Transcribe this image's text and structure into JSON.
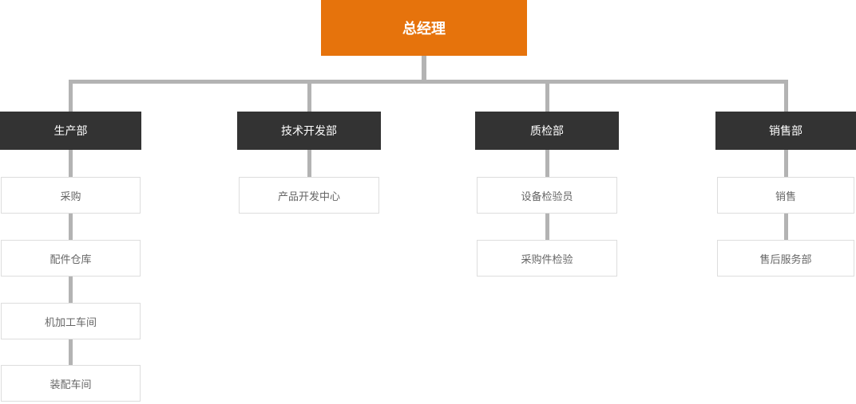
{
  "chart": {
    "type": "org-chart",
    "root": {
      "label": "总经理"
    },
    "departments": [
      {
        "label": "生产部",
        "children": [
          "采购",
          "配件仓库",
          "机加工车间",
          "装配车间"
        ]
      },
      {
        "label": "技术开发部",
        "children": [
          "产品开发中心"
        ]
      },
      {
        "label": "质检部",
        "children": [
          "设备检验员",
          "采购件检验"
        ]
      },
      {
        "label": "销售部",
        "children": [
          "销售",
          "售后服务部"
        ]
      }
    ],
    "colors": {
      "root_bg": "#E6730C",
      "dept_bg": "#333333",
      "connector": "#B3B3B3",
      "child_border": "#DDDDDD",
      "child_text": "#666666",
      "node_text_light": "#FFFFFF"
    }
  }
}
